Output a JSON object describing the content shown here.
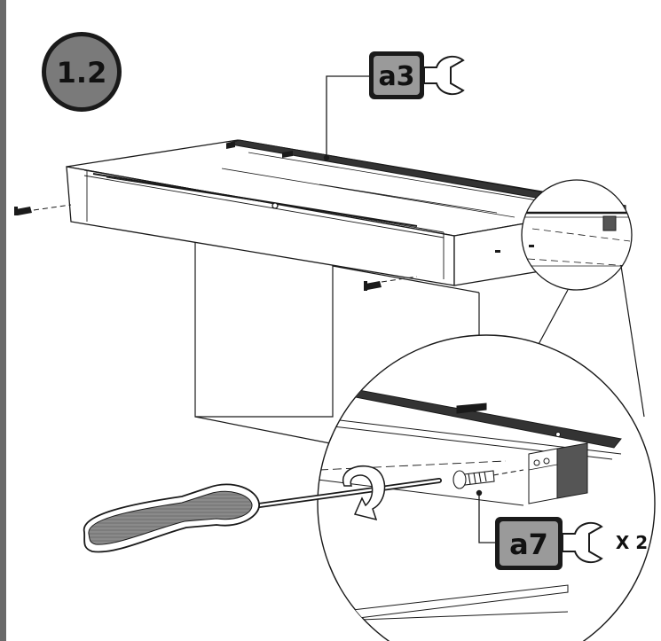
{
  "step": {
    "number": "1.2"
  },
  "callouts": [
    {
      "label": "a3",
      "tool": "wrench-icon"
    },
    {
      "label": "a7",
      "tool": "wrench-icon",
      "quantity": "X 2"
    }
  ],
  "colors": {
    "line": "#1a1a1a",
    "badge_fill": "#9a9a9a",
    "step_fill": "#7a7a7a",
    "handle_fill": "#8a8a8a",
    "bracket_fill": "#555555"
  }
}
